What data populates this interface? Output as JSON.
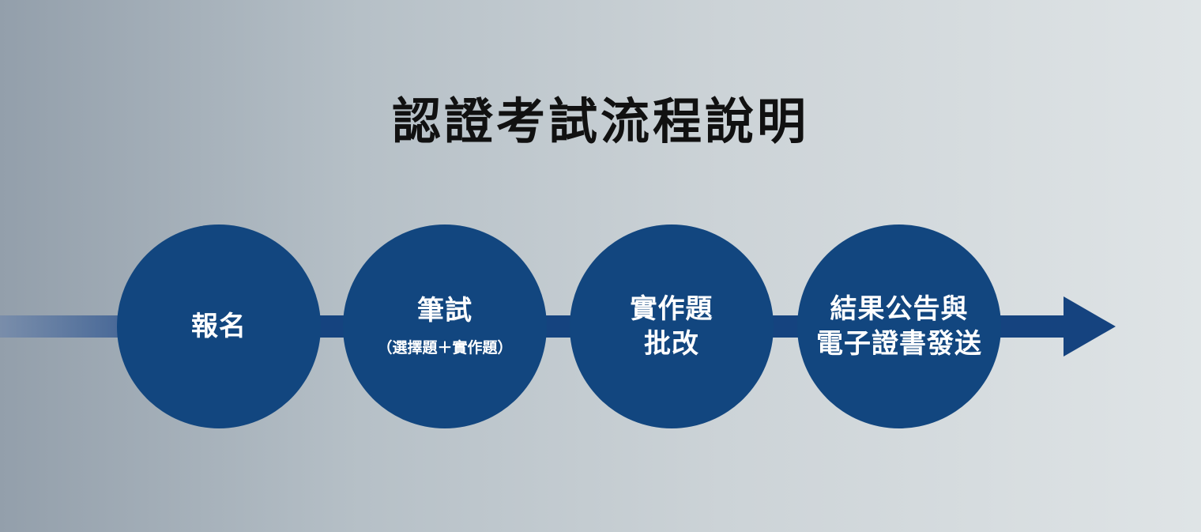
{
  "title": "認證考試流程說明",
  "colors": {
    "circle": "#12467f",
    "arrow": "#15437f",
    "title_text": "#111111",
    "label_text": "#ffffff"
  },
  "steps": [
    {
      "label": "報名",
      "sub": ""
    },
    {
      "label": "筆試",
      "sub": "（選擇題＋實作題）"
    },
    {
      "label": "實作題\n批改",
      "sub": ""
    },
    {
      "label": "結果公告與\n電子證書發送",
      "sub": ""
    }
  ]
}
